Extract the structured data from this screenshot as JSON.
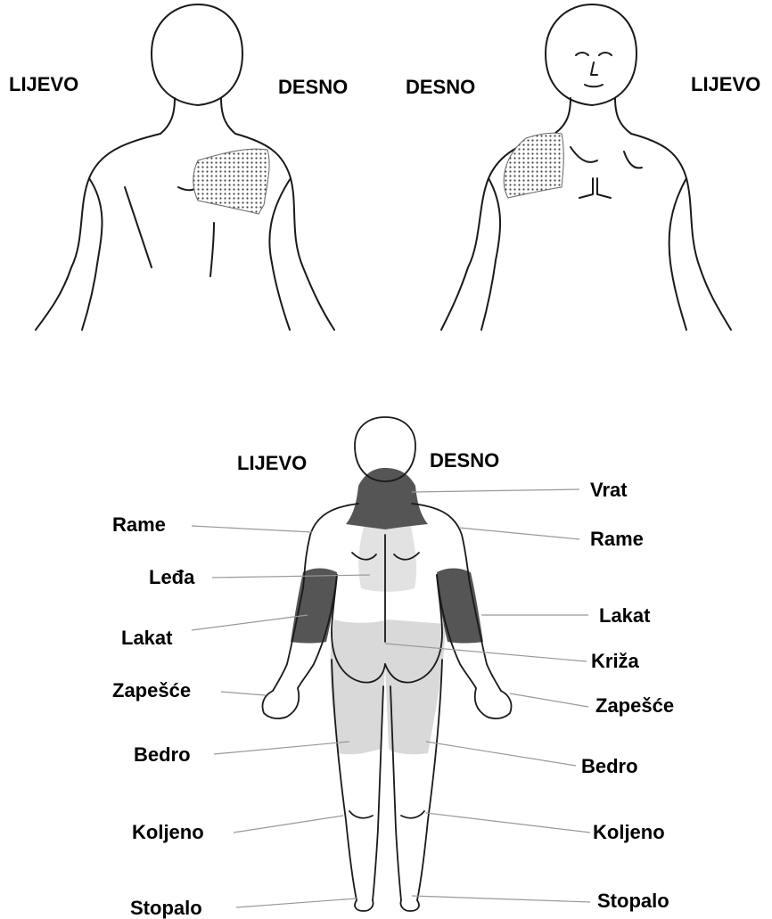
{
  "top_figures": {
    "back_view": {
      "left_label": "LIJEVO",
      "right_label": "DESNO"
    },
    "front_view": {
      "left_label": "DESNO",
      "right_label": "LIJEVO"
    }
  },
  "bottom_figure": {
    "left_side_label": "LIJEVO",
    "right_side_label": "DESNO",
    "left_labels": {
      "shoulder": "Rame",
      "back": "Leđa",
      "elbow": "Lakat",
      "wrist": "Zapešće",
      "thigh": "Bedro",
      "knee": "Koljeno",
      "foot": "Stopalo"
    },
    "right_labels": {
      "neck": "Vrat",
      "shoulder": "Rame",
      "elbow": "Lakat",
      "lower_back": "Križa",
      "wrist": "Zapešće",
      "thigh": "Bedro",
      "knee": "Koljeno",
      "foot": "Stopalo"
    }
  },
  "colors": {
    "outline": "#1a1a1a",
    "shaded_dark": "#555555",
    "shaded_light": "#d9d9d9",
    "dots": "#444444",
    "leader_line": "#999999"
  }
}
